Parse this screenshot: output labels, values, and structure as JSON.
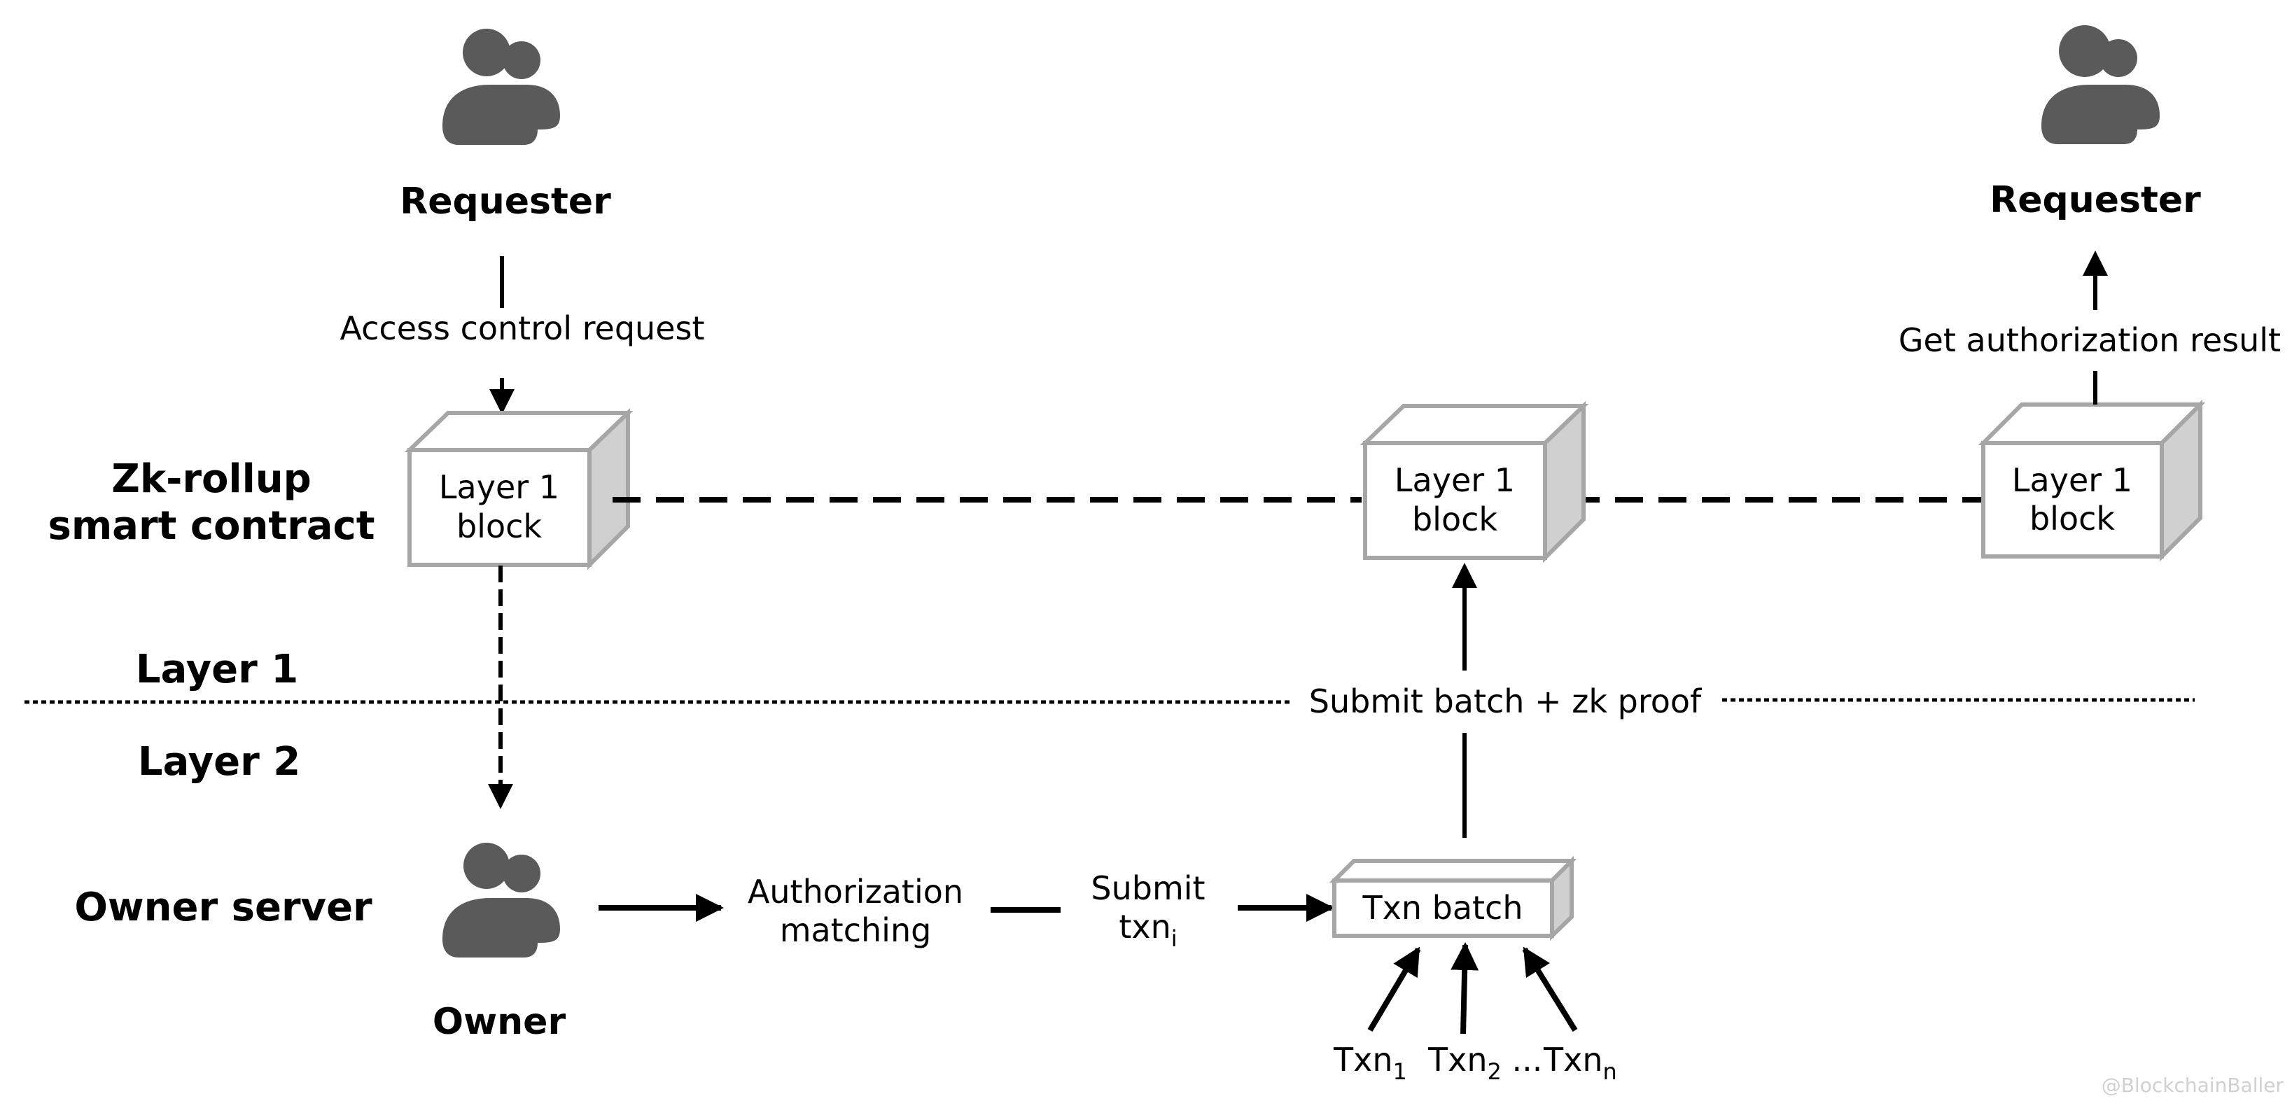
{
  "diagram": {
    "title": "Zk-rollup access control workflow",
    "colors": {
      "person_icon": "#5a5a5a",
      "block_border": "#a6a6a6",
      "block_side": "#d0d0d0",
      "lines": "#000000",
      "watermark": "#d0d0d0"
    },
    "row_labels": {
      "zk_rollup_line1": "Zk-rollup",
      "zk_rollup_line2": "smart contract",
      "layer1": "Layer 1",
      "layer2": "Layer 2",
      "owner_server": "Owner server"
    },
    "actors": {
      "requester_left": {
        "label": "Requester",
        "icon": "person-icon"
      },
      "requester_right": {
        "label": "Requester",
        "icon": "person-icon"
      },
      "owner": {
        "label": "Owner",
        "icon": "person-icon"
      }
    },
    "blocks": [
      {
        "line1": "Layer 1",
        "line2": "block"
      },
      {
        "line1": "Layer 1",
        "line2": "block"
      },
      {
        "line1": "Layer 1",
        "line2": "block"
      }
    ],
    "txn_batch": {
      "label": "Txn batch"
    },
    "edges": {
      "access_control_request": "Access control request",
      "get_authorization_result": "Get authorization result",
      "submit_batch_zk_proof": "Submit batch + zk proof",
      "authorization_matching_line1": "Authorization",
      "authorization_matching_line2": "matching",
      "submit_txn_line1": "Submit",
      "submit_txn_line2": "txn",
      "submit_txn_sub": "i"
    },
    "transactions": [
      {
        "base": "Txn",
        "sub": "1",
        "suffix": ""
      },
      {
        "base": "Txn",
        "sub": "2",
        "suffix": " ..."
      },
      {
        "base": "Txn",
        "sub": "n",
        "suffix": ""
      }
    ],
    "watermark": "@BlockchainBaller"
  }
}
